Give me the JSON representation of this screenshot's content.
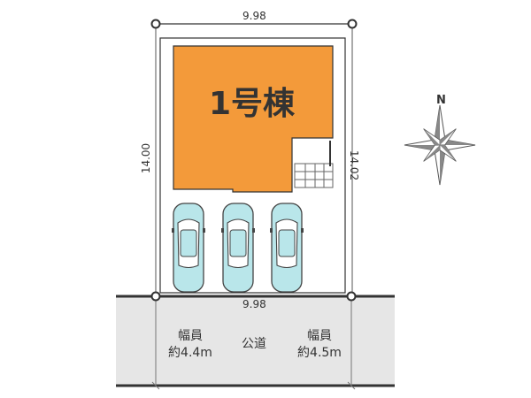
{
  "plot": {
    "top_width": "9.98",
    "bottom_width": "9.98",
    "left_depth": "14.00",
    "right_depth": "14.02"
  },
  "building": {
    "name": "1号棟",
    "fill_color": "#f39a3a"
  },
  "parking": {
    "car_count": 3,
    "car_color": "#b9e6ea"
  },
  "road": {
    "left_label": "幅員",
    "left_value": "約4.4m",
    "center_label": "公道",
    "right_label": "幅員",
    "right_value": "約4.5m",
    "fill_color": "#e6e6e6"
  },
  "compass": {
    "north_label": "N"
  }
}
